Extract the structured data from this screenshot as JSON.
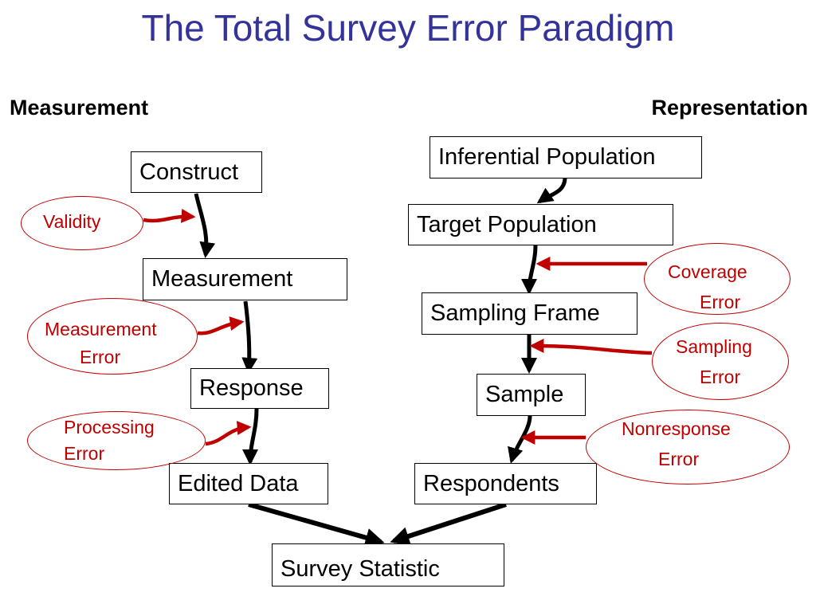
{
  "title": "The Total Survey Error Paradigm",
  "columns": {
    "measurement": "Measurement",
    "representation": "Representation"
  },
  "measurement_chain": {
    "construct": "Construct",
    "measurement": "Measurement",
    "response": "Response",
    "edited_data": "Edited Data"
  },
  "representation_chain": {
    "inferential_population": "Inferential Population",
    "target_population": "Target Population",
    "sampling_frame": "Sampling Frame",
    "sample": "Sample",
    "respondents": "Respondents"
  },
  "survey_statistic": "Survey Statistic",
  "errors": {
    "validity": "Validity",
    "measurement_error": [
      "Measurement",
      "Error"
    ],
    "processing_error": [
      "Processing",
      "Error"
    ],
    "coverage_error": [
      "Coverage",
      "Error"
    ],
    "sampling_error": [
      "Sampling",
      "Error"
    ],
    "nonresponse_error": [
      "Nonresponse",
      "Error"
    ]
  },
  "colors": {
    "title": "#333399",
    "error": "#c00000",
    "arrow": "#000000"
  }
}
